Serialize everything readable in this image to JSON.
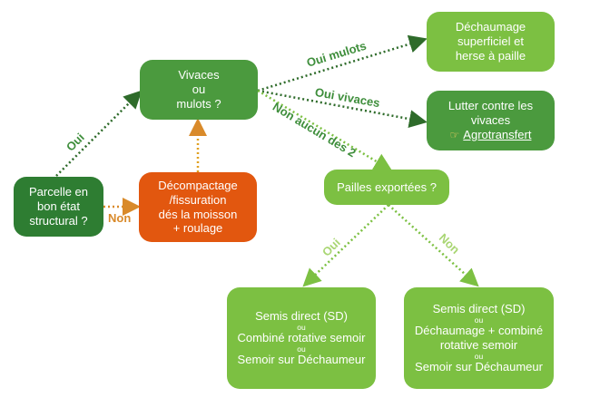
{
  "nodes": {
    "parcelle": [
      "Parcelle en",
      "bon état",
      "structural ?"
    ],
    "decompactage": [
      "Décompactage",
      "/fissuration",
      "dés la moisson",
      "+ roulage"
    ],
    "vivaces": [
      "Vivaces",
      "ou",
      "mulots ?"
    ],
    "dechaumage": [
      "Déchaumage",
      "superficiel et",
      "herse à paille"
    ],
    "lutter": [
      "Lutter contre les",
      "vivaces"
    ],
    "agro_link": "Agrotransfert",
    "pailles": "Pailles exportées ?",
    "sd_left": {
      "l1": "Semis direct (SD)",
      "ou1": "ou",
      "l2": "Combiné rotative semoir",
      "ou2": "ou",
      "l3": "Semoir sur Déchaumeur"
    },
    "sd_right": {
      "l1": "Semis direct (SD)",
      "ou1": "ou",
      "l2": "Déchaumage + combiné",
      "l3": "rotative semoir",
      "ou2": "ou",
      "l4": "Semoir sur Déchaumeur"
    }
  },
  "edges": {
    "oui": "Oui",
    "non": "Non",
    "oui_mulots": "Oui mulots",
    "oui_vivaces": "Oui vivaces",
    "non_aucun": "Non aucun des 2",
    "oui2": "Oui",
    "non2": "Non"
  },
  "colors": {
    "dark_green": "#2e7d32",
    "mid_green": "#4b9a3e",
    "light_green": "#7cc042",
    "orange": "#e2570f",
    "label_orange": "#d98a2a"
  },
  "icons": {
    "hand": "pointing-hand-icon"
  }
}
